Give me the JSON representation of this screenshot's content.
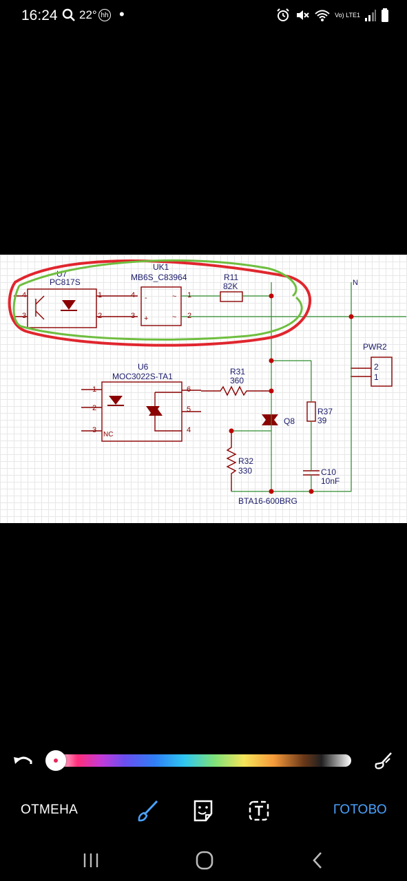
{
  "status_bar": {
    "time": "16:24",
    "temperature": "22°",
    "hh_badge": "hh",
    "dot": "•",
    "network": "Vo) LTE1",
    "icons": [
      "search-icon",
      "alarm-icon",
      "mute-icon",
      "wifi-icon",
      "signal-icon",
      "battery-icon"
    ]
  },
  "schematic": {
    "u7_ref": "U7",
    "u7_part": "PC817S",
    "uk1_ref": "UK1",
    "uk1_part": "MB6S_C83964",
    "r11_ref": "R11",
    "r11_val": "82K",
    "n_label": "N",
    "pwr2_ref": "PWR2",
    "pwr2_pin2": "2",
    "pwr2_pin1": "1",
    "u6_ref": "U6",
    "u6_part": "MOC3022S-TA1",
    "r31_ref": "R31",
    "r31_val": "360",
    "r37_ref": "R37",
    "r37_val": "39",
    "q8_ref": "Q8",
    "r32_ref": "R32",
    "r32_val": "330",
    "c10_ref": "C10",
    "c10_val": "10nF",
    "triac_part": "BTA16-600BRG",
    "pin_4": "4",
    "pin_3": "3",
    "pin_1": "1",
    "pin_2": "2",
    "pin_5": "5",
    "pin_6": "6",
    "nc": "NC",
    "minus": "-",
    "plus": "+",
    "tilde": "~",
    "ink_red": "#e0262e",
    "ink_green": "#6fbe3f",
    "wire_green": "#2e8b2e",
    "part_color": "#8b0000"
  },
  "color_bar": {
    "selected_color": "#e8265a"
  },
  "toolbar": {
    "cancel_label": "ОТМЕНА",
    "done_label": "ГОТОВО",
    "accent": "#4aa3ff"
  }
}
